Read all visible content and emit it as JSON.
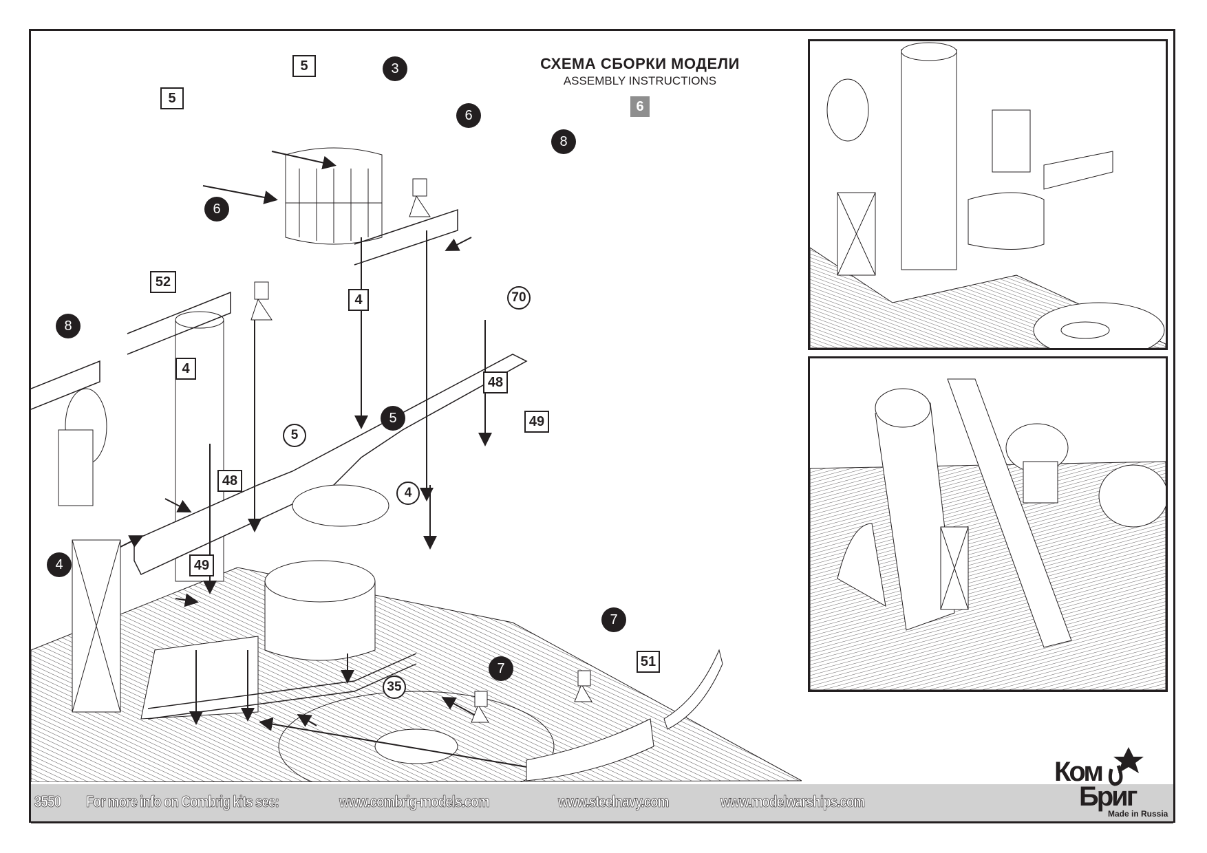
{
  "header": {
    "title_ru": "СХЕМА СБОРКИ МОДЕЛИ",
    "title_en": "ASSEMBLY INSTRUCTIONS",
    "step_number": "6"
  },
  "callouts": {
    "photoetch_parts": [
      "5",
      "5",
      "52",
      "4",
      "4",
      "48",
      "48",
      "49",
      "49",
      "51"
    ],
    "resin_parts": [
      "3",
      "6",
      "6",
      "8",
      "8",
      "5",
      "4",
      "7",
      "7"
    ],
    "outlined_parts": [
      "70",
      "5",
      "4",
      "35"
    ]
  },
  "panels": {
    "top": "assembled-view-1",
    "bottom": "assembled-view-2"
  },
  "footer": {
    "kit_number": "3550",
    "info_text": "For more info on Combrig kits see:",
    "links": [
      "www.combrig-models.com",
      "www.steelnavy.com",
      "www.modelwarships.com"
    ]
  },
  "logo": {
    "line1": "Ком",
    "line2": "Бриг",
    "tagline": "Made in Russia"
  },
  "colors": {
    "ink": "#231f20",
    "step_badge": "#8e8e8e",
    "footer_bar": "#d1d1d1"
  }
}
